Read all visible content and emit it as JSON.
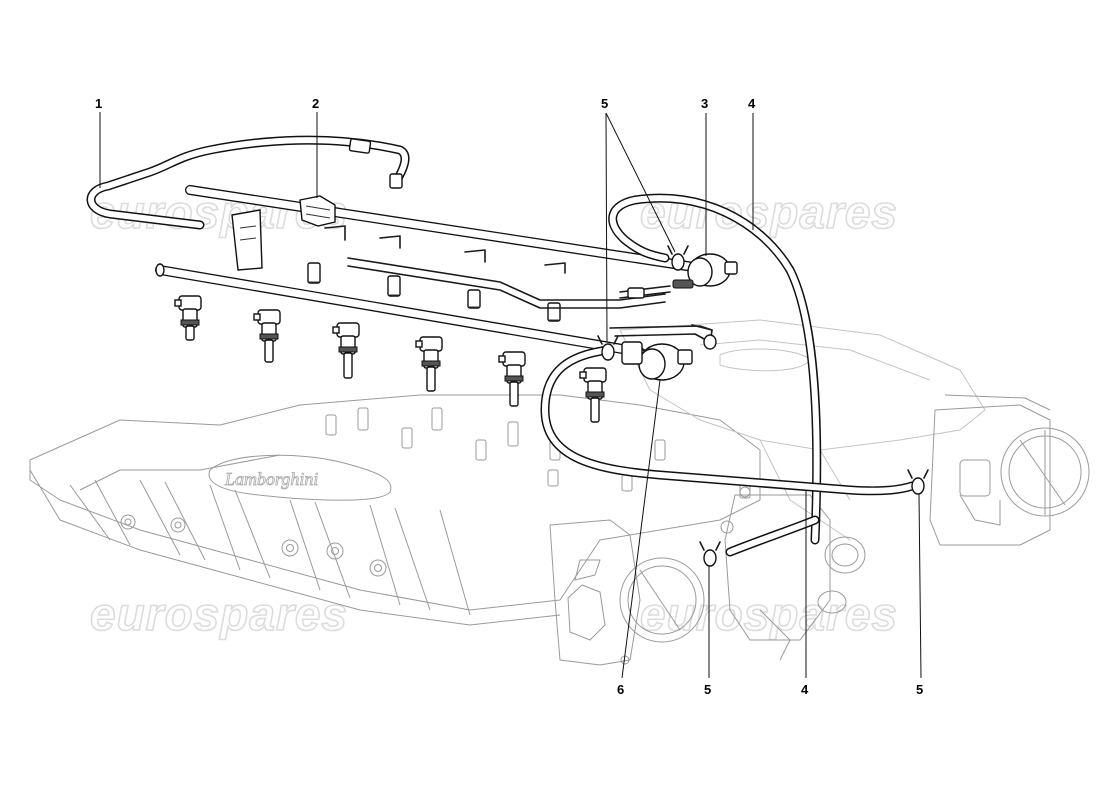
{
  "watermark": {
    "text": "eurospares"
  },
  "callouts": [
    {
      "id": "c1",
      "label": "1"
    },
    {
      "id": "c2",
      "label": "2"
    },
    {
      "id": "c5a",
      "label": "5"
    },
    {
      "id": "c3",
      "label": "3"
    },
    {
      "id": "c4a",
      "label": "4"
    },
    {
      "id": "c6",
      "label": "6"
    },
    {
      "id": "c5b",
      "label": "5"
    },
    {
      "id": "c4b",
      "label": "4"
    },
    {
      "id": "c5c",
      "label": "5"
    }
  ]
}
